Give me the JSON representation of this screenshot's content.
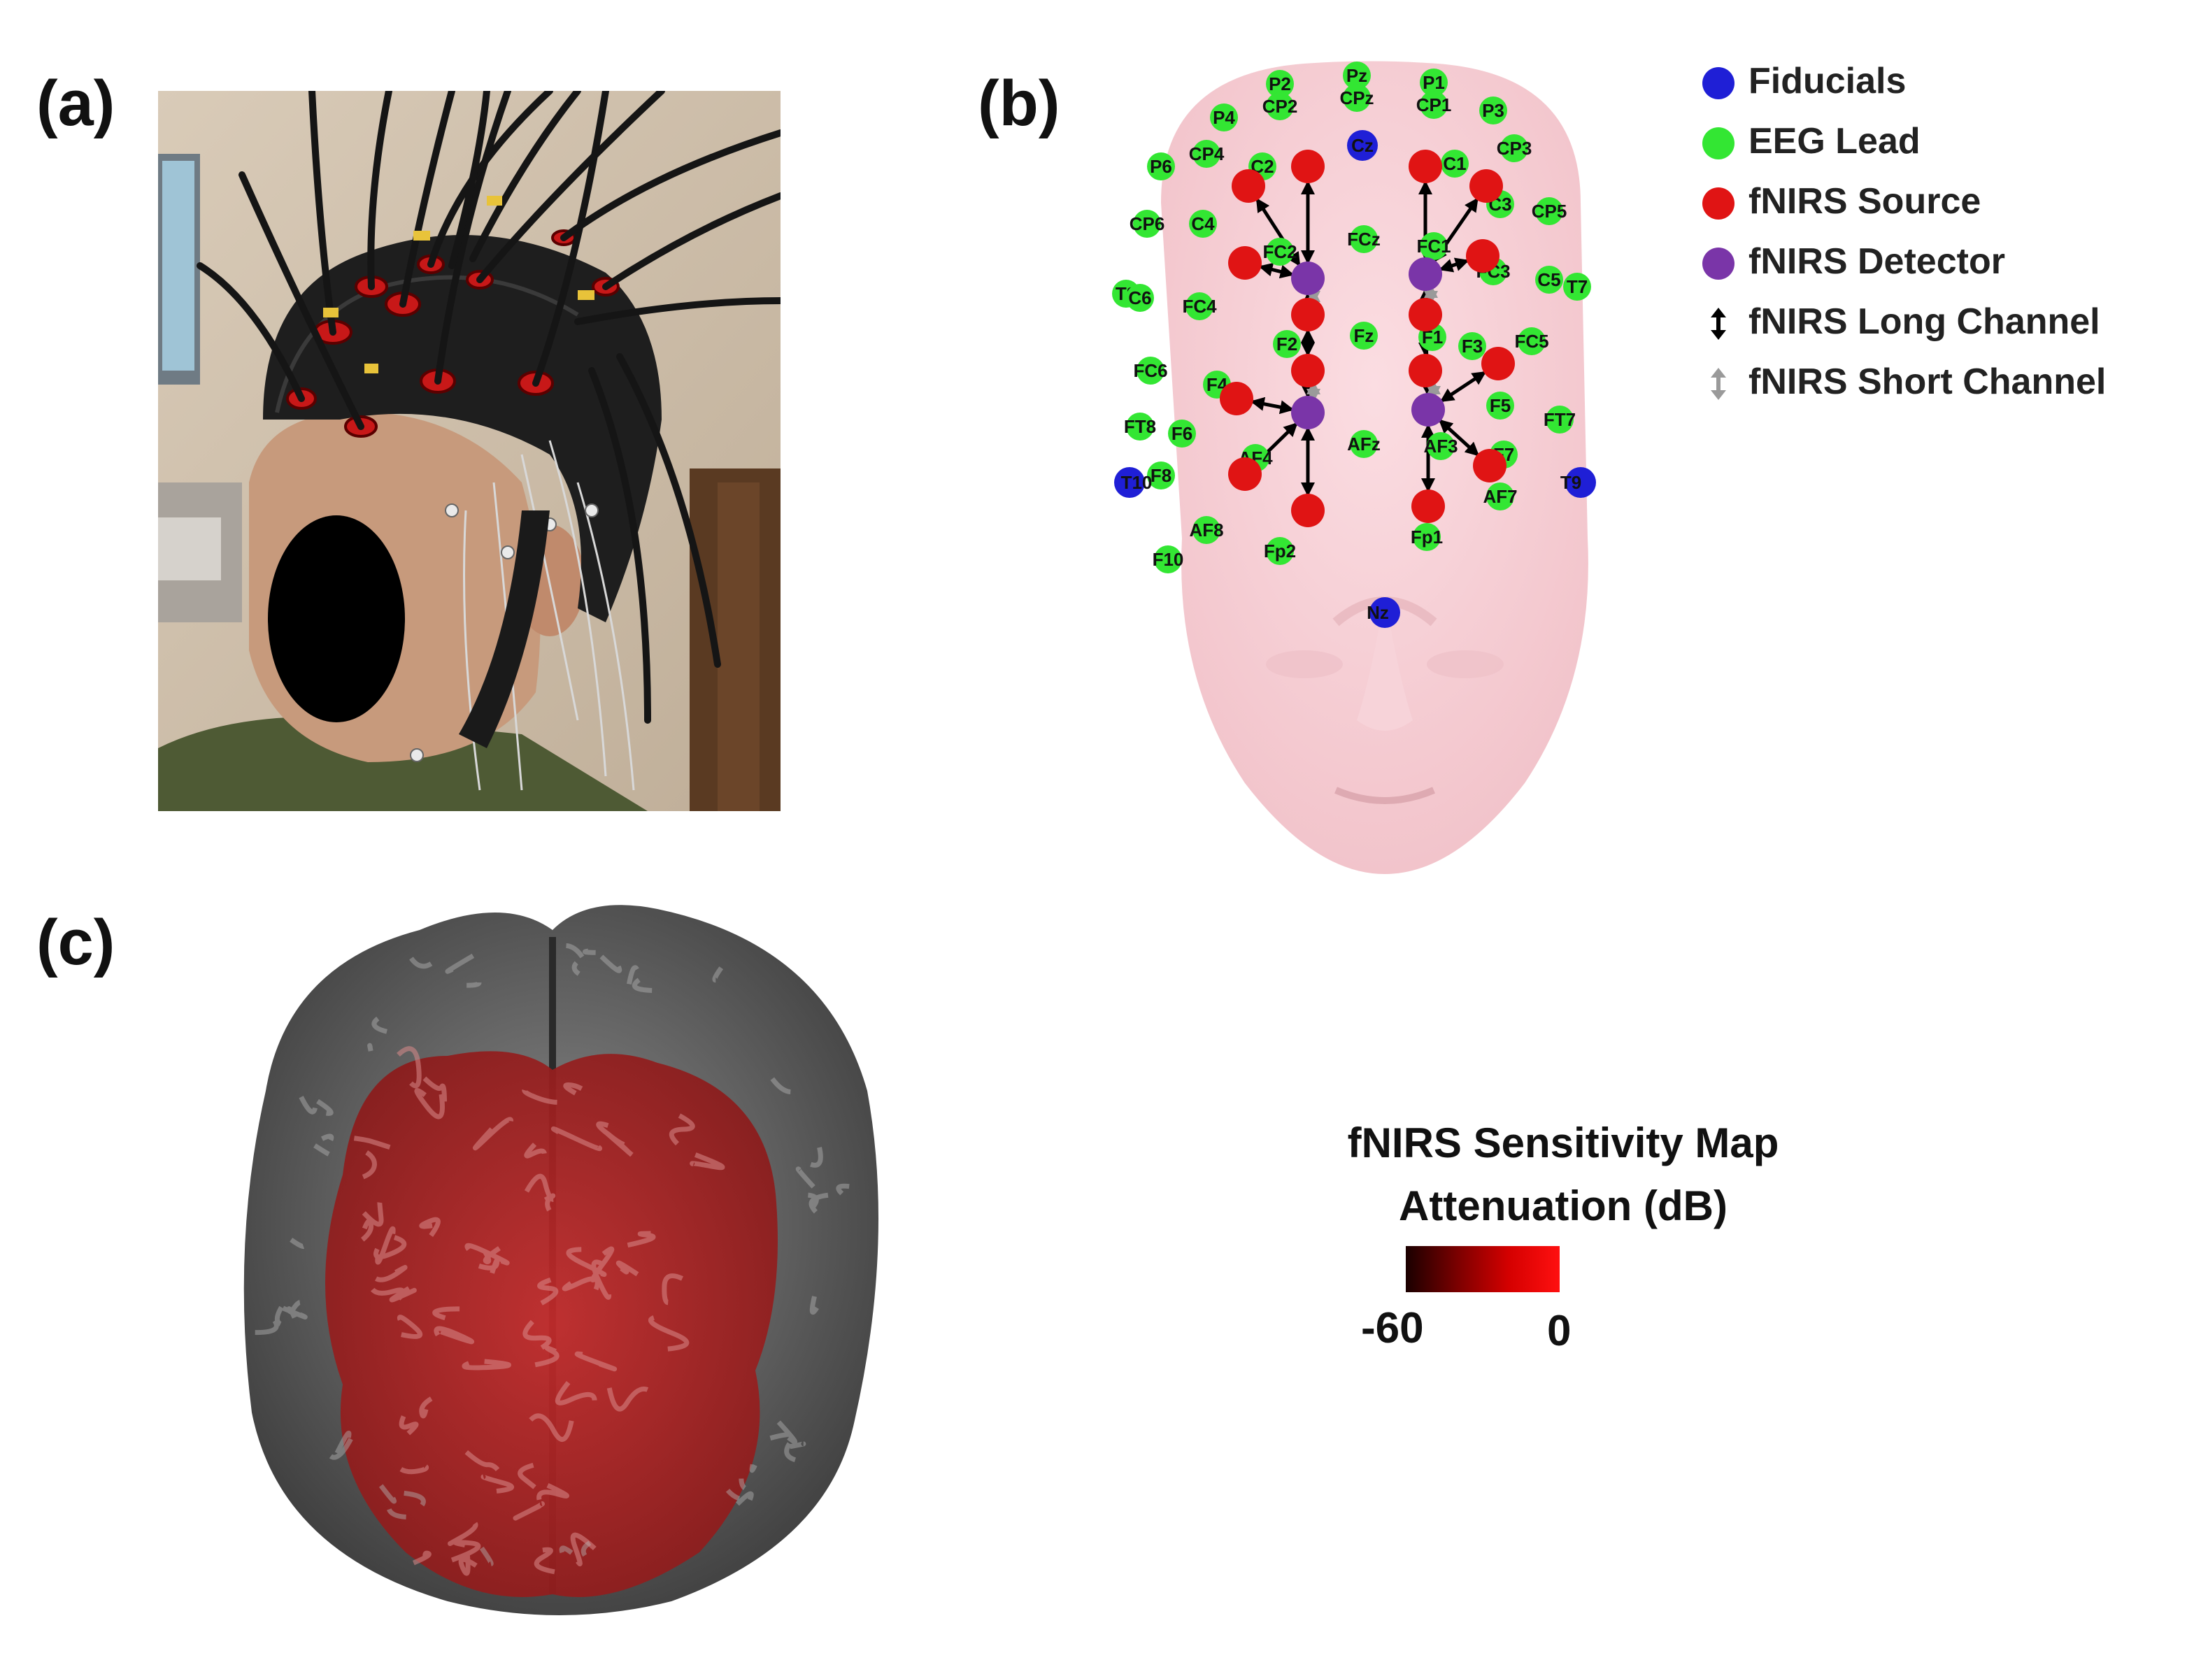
{
  "panels": {
    "a": "(a)",
    "b": "(b)",
    "c": "(c)"
  },
  "legend": [
    {
      "label": "Fiducials",
      "color": "#1f1fd6",
      "symbol": "circle"
    },
    {
      "label": "EEG Lead",
      "color": "#33e633",
      "symbol": "circle"
    },
    {
      "label": "fNIRS Source",
      "color": "#e01414",
      "symbol": "circle"
    },
    {
      "label": "fNIRS Detector",
      "color": "#7a35a8",
      "symbol": "circle"
    },
    {
      "label": "fNIRS Long Channel",
      "color": "#000000",
      "symbol": "double-arrow"
    },
    {
      "label": "fNIRS Short Channel",
      "color": "#9a9a9a",
      "symbol": "double-arrow"
    }
  ],
  "eeg_labels": [
    "P2",
    "Pz",
    "P1",
    "P4",
    "CP2",
    "CPz",
    "CP1",
    "P3",
    "CP4",
    "Cz",
    "CP3",
    "P6",
    "C2",
    "C1",
    "CP6",
    "C4",
    "C3",
    "CP5",
    "FCz",
    "FC2",
    "FC1",
    "FC3",
    "T8",
    "C6",
    "FC4",
    "C5",
    "T7",
    "FC6",
    "Fz",
    "F2",
    "F1",
    "F3",
    "FC5",
    "F4",
    "F5",
    "FT8",
    "F6",
    "FT7",
    "AF4",
    "AFz",
    "AF3",
    "F7",
    "F8",
    "AF8",
    "AF7",
    "Fp2",
    "Fp1",
    "F10",
    "T9",
    "T10",
    "Nz"
  ],
  "fiducials": [
    "Cz",
    "Nz",
    "T9",
    "T10"
  ],
  "colorbar": {
    "title_line1": "fNIRS Sensitivity Map",
    "title_line2": "Attenuation (dB)",
    "min_label": "-60",
    "max_label": "0",
    "colors": [
      "#1a0000",
      "#ff1010"
    ]
  }
}
